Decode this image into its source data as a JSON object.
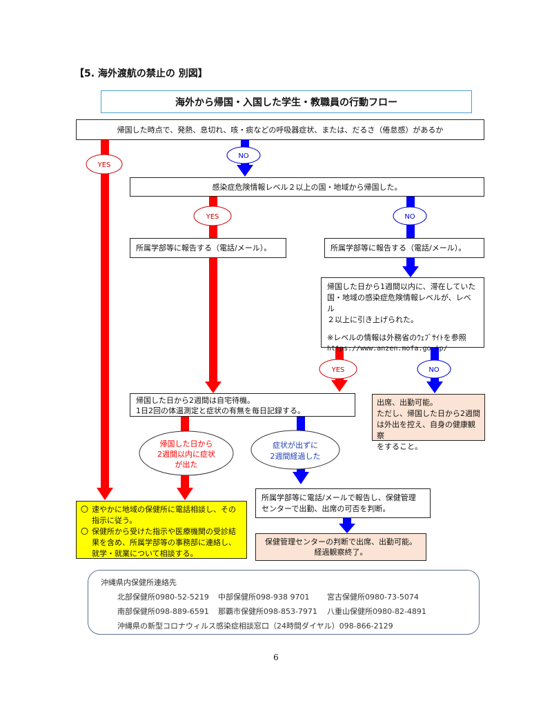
{
  "heading": "【5. 海外渡航の禁止の 別図】",
  "title": "海外から帰国・入国した学生・教職員の行動フロー",
  "q1": "帰国した時点で、発熱、息切れ、咳・痰などの呼吸器症状、または、だるさ（倦怠感）があるか",
  "labels": {
    "yes": "YES",
    "no": "NO"
  },
  "q2": "感染症危険情報レベル２以上の国・地域から帰国した。",
  "report_left": "所属学部等に報告する（電話/メール）。",
  "report_right": "所属学部等に報告する（電話/メール）。",
  "q3": {
    "line1": "帰国した日から1週間以内に、滞在していた",
    "line2": "国・地域の感染症危険情報レベルが、レベル",
    "line3": "２以上に引き上げられた。",
    "note": "※レベルの情報は外務省のｳｪﾌﾞｻｲﾄを参照",
    "url": "https://www.anzen.mofa.go.jp/"
  },
  "ok_box": {
    "line1": "出席、出勤可能。",
    "line2": "ただし、帰国した日から2週間",
    "line3": "は外出を控え、自身の健康観察",
    "line4": "をすること。"
  },
  "wait_box": {
    "line1": "帰国した日から2週間は自宅待機。",
    "line2": "1日2回の体温測定と症状の有無を毎日記録する。"
  },
  "oval_symptom": {
    "line1": "帰国した日から",
    "line2": "2週間以内に症状",
    "line3": "が出た"
  },
  "oval_nosymptom": {
    "line1": "症状が出ずに",
    "line2": "2週間経過した"
  },
  "report_judge": {
    "line1": "所属学部等に電話/メールで報告し、保健管理",
    "line2": "センターで出勤、出席の可否を判断。"
  },
  "final_box": {
    "line1": "保健管理センターの判断で出席、出勤可能。",
    "line2": "経過観察終了。"
  },
  "yellow_box": {
    "bullet": "〇",
    "item1_line1": "速やかに地域の保健所に電話相談し、その",
    "item1_line2": "指示に従う。",
    "item2_line1": "保健所から受けた指示や医療機関の受診結",
    "item2_line2": "果を含め、所属学部等の事務部に連絡し、",
    "item2_line3": "就学・就業について相談する。"
  },
  "contacts": {
    "title": "沖縄県内保健所連絡先",
    "row1": [
      "北部保健所0980-52-5219",
      "中部保健所098-938 9701",
      "宮古保健所0980-73-5074"
    ],
    "row2": [
      "南部保健所098-889-6591",
      "那覇市保健所098-853-7971",
      "八重山保健所0980-82-4891"
    ],
    "row3": "沖縄県の新型コロナウィルス感染症相談窓口（24時間ダイヤル）098-866-2129"
  },
  "page_number": "6",
  "colors": {
    "yes_red": "#ff0000",
    "no_blue": "#0000ff",
    "yellow": "#ffff00",
    "peach": "#fbe4d5",
    "title_border": "#4aa0d0"
  }
}
